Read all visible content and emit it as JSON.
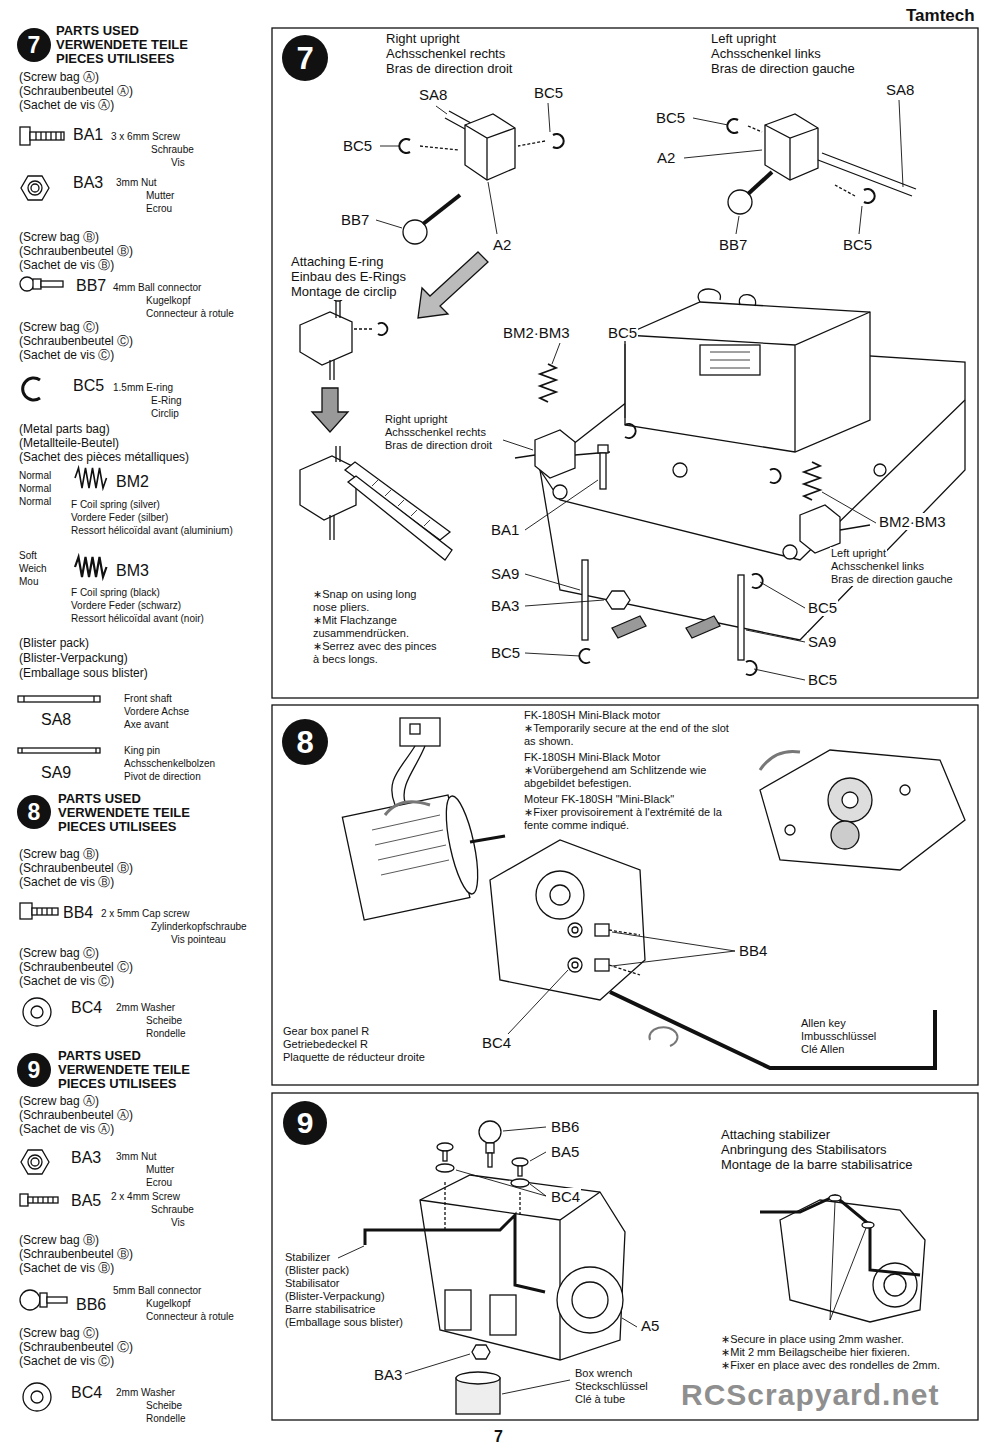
{
  "diagram": {
    "nodes": [
      {
        "text": [
          "7"
        ]
      },
      {
        "text": [
          "7"
        ]
      },
      {
        "text": [
          "8"
        ]
      },
      {
        "text": [
          "8"
        ]
      },
      {
        "text": [
          "9"
        ]
      },
      {
        "text": [
          "9"
        ]
      }
    ],
    "labels": [
      "Tamtech",
      "PARTS USED",
      "VERWENDETE TEILE",
      "PIECES UTILISEES",
      "(Screw bag Ⓐ)",
      "(Schraubenbeutel Ⓐ)",
      "(Sachet de vis Ⓐ)",
      "BA1",
      "3 x 6mm Screw",
      "Schraube",
      "Vis",
      "BA3",
      "3mm Nut",
      "Mutter",
      "Ecrou",
      "(Screw bag Ⓑ)",
      "(Schraubenbeutel Ⓑ)",
      "(Sachet de vis Ⓑ)",
      "BB7",
      "4mm Ball connector",
      "Kugelkopf",
      "Connecteur à rotule",
      "(Screw bag Ⓒ)",
      "(Schraubenbeutel Ⓒ)",
      "(Sachet de vis Ⓒ)",
      "BC5",
      "1.5mm E-ring",
      "E-Ring",
      "Circlip",
      "(Metal parts bag)",
      "(Metallteile-Beutel)",
      "(Sachet des pièces métalliques)",
      "Normal",
      "Normal",
      "Normal",
      "BM2",
      "F Coil spring (silver)",
      "Vordere Feder (silber)",
      "Ressort hélicoïdal avant (aluminium)",
      "Soft",
      "Weich",
      "Mou",
      "BM3",
      "F Coil spring (black)",
      "Vordere Feder (schwarz)",
      "Ressort hélicoïdal avant (noir)",
      "(Blister pack)",
      "(Blister-Verpackung)",
      "(Emballage sous blister)",
      "Front shaft",
      "Vordere Achse",
      "Axe avant",
      "SA8",
      "King pin",
      "Achsschenkelbolzen",
      "Pivot de direction",
      "SA9",
      "PARTS USED",
      "VERWENDETE TEILE",
      "PIECES UTILISEES",
      "(Screw bag Ⓑ)",
      "(Schraubenbeutel Ⓑ)",
      "(Sachet de vis Ⓑ)",
      "BB4",
      "2 x 5mm Cap screw",
      "Zylinderkopfschraube",
      "Vis pointeau",
      "(Screw bag Ⓒ)",
      "(Schraubenbeutel Ⓒ)",
      "(Sachet de vis Ⓒ)",
      "BC4",
      "2mm Washer",
      "Scheibe",
      "Rondelle",
      "PARTS USED",
      "VERWENDETE TEILE",
      "PIECES UTILISEES",
      "(Screw bag Ⓐ)",
      "(Schraubenbeutel Ⓐ)",
      "(Sachet de vis Ⓐ)",
      "BA3",
      "3mm Nut",
      "Mutter",
      "Ecrou",
      "BA5",
      "2 x 4mm Screw",
      "Schraube",
      "Vis",
      "(Screw bag Ⓑ)",
      "(Schraubenbeutel Ⓑ)",
      "(Sachet de vis Ⓑ)",
      "BB6",
      "5mm Ball connector",
      "Kugelkopf",
      "Connecteur à rotule",
      "(Screw bag Ⓒ)",
      "(Schraubenbeutel Ⓒ)",
      "(Sachet de vis Ⓒ)",
      "BC4",
      "2mm Washer",
      "Scheibe",
      "Rondelle",
      "Right upright",
      "Achsschenkel rechts",
      "Bras de direction droit",
      "Left upright",
      "Achsschenkel links",
      "Bras de direction gauche",
      "SA8",
      "BC5",
      "BC5",
      "BB7",
      "A2",
      "BC5",
      "SA8",
      "A2",
      "BB7",
      "BC5",
      "Attaching E-ring",
      "Einbau des E-Rings",
      "Montage de circlip",
      "BM2·BM3",
      "BC5",
      "Right upright",
      "Achsschenkel rechts",
      "Bras de direction droit",
      "BA1",
      "SA9",
      "BA3",
      "BC5",
      "BM2·BM3",
      "Left upright",
      "Achsschenkel links",
      "Bras de direction gauche",
      "BC5",
      "SA9",
      "BC5",
      "∗Snap on using long nose pliers.",
      "∗Mit Flachzange zusammendrücken.",
      "∗Serrez avec des pinces à becs longs.",
      "FK-180SH Mini-Black motor",
      "∗Temporarily secure at the end of the slot as shown.",
      "FK-180SH Mini-Black Motor",
      "∗Vorübergehend am Schlitzende wie abgebildet befestigen.",
      "Moteur FK-180SH \"Mini-Black\"",
      "∗Fixer provisoirement à l'extrémité de la fente comme indiqué.",
      "BB4",
      "Gear box panel R",
      "Getriebedeckel R",
      "Plaquette de réducteur droite",
      "BC4",
      "Allen key",
      "Imbusschlüssel",
      "Clé Allen",
      "BB6",
      "BA5",
      "BC4",
      "A5",
      "BA3",
      "Stabilizer",
      "(Blister pack)",
      "Stabilisator",
      "(Blister-Verpackung)",
      "Barre stabilisatrice",
      "(Emballage sous blister)",
      "Box wrench",
      "Steckschlüssel",
      "Clé à tube",
      "Attaching stabilizer",
      "Anbringung des Stabilisators",
      "Montage de la barre stabilisatrice",
      "∗Secure in place using 2mm washer.",
      "∗Mit 2 mm Beilagscheibe hier fixieren.",
      "∗Fixer en place avec des rondelles de 2mm.",
      "RCScrapyard.net",
      "7"
    ]
  }
}
